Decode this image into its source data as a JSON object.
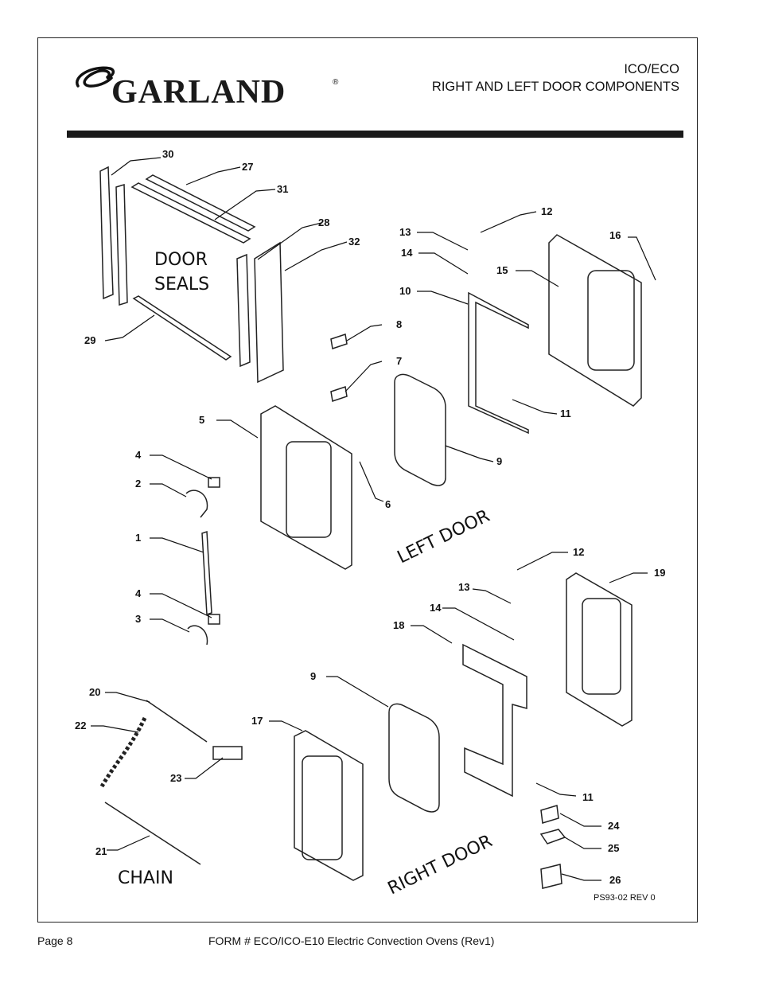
{
  "header": {
    "brand": "GARLAND",
    "registered_mark": "®",
    "title_line1": "ICO/ECO",
    "title_line2": "RIGHT AND LEFT DOOR COMPONENTS"
  },
  "diagram": {
    "labels": {
      "door_seals_line1": "DOOR",
      "door_seals_line2": "SEALS",
      "left_door": "LEFT DOOR",
      "right_door": "RIGHT DOOR",
      "chain": "CHAIN"
    },
    "callouts": [
      "30",
      "27",
      "31",
      "28",
      "32",
      "29",
      "13",
      "14",
      "12",
      "16",
      "15",
      "10",
      "8",
      "7",
      "5",
      "4",
      "2",
      "1",
      "4",
      "3",
      "6",
      "9",
      "11",
      "12",
      "19",
      "13",
      "14",
      "18",
      "9",
      "17",
      "20",
      "22",
      "23",
      "21",
      "11",
      "24",
      "25",
      "26"
    ],
    "revision": "PS93-02 REV 0"
  },
  "footer": {
    "page": "Page 8",
    "form": "FORM # ECO/ICO-E10 Electric Convection Ovens (Rev1)"
  }
}
